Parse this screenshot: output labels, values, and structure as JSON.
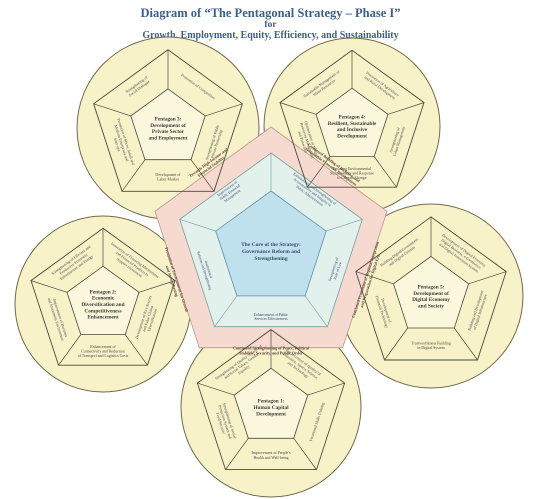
{
  "title": {
    "line1": "Diagram of “The Pentagonal Strategy – Phase I”",
    "line2": "for",
    "line3": "Growth, Employment, Equity, Efficiency, and Sustainability"
  },
  "core": {
    "title": [
      "The Core of the Strategy:",
      "Governance Reform and",
      "Strengthening"
    ]
  },
  "pentagons": [
    {
      "key": "p1",
      "title": [
        "Pentagon 1:",
        "Human Capital",
        "Development"
      ],
      "sides": [
        [
          "Enhancement of Quality of",
          "Education, Sports, Science,",
          "and Technology"
        ],
        [
          "Vocational Skills Training"
        ],
        [
          "Improvement of People's",
          "Health and Well-being"
        ],
        [
          "Strengthening of Social",
          "Protection System and",
          "Food Security"
        ],
        [
          "Strengthening of Quality of Cultural",
          "and Social Values, Gender",
          "Equality"
        ]
      ]
    },
    {
      "key": "p2",
      "title": [
        "Pentagon 2:",
        "Economic",
        "Diversification and",
        "Competitiveness",
        "Enhancement"
      ],
      "sides": [
        [
          "Innovation of Financing Mechanisms",
          "and Financial Products to",
          "Support Investment"
        ],
        [
          "Development of Key Sectors",
          "and Value Chains",
          "Diversification"
        ],
        [
          "Enhancement of",
          "Connectivity and Reduction",
          "of Transport and Logistics Costs"
        ],
        [
          "Improvement of Business",
          "and Investment Environment"
        ],
        [
          "Strengthening of Efficient and",
          "Productive Economic",
          "Infrastructure and Energy"
        ]
      ]
    },
    {
      "key": "p3",
      "title": [
        "Pentagon 3:",
        "Development of",
        "Private Sector",
        "and Employment"
      ],
      "sides": [
        [
          "Promotion of Competition"
        ],
        [
          "Strengthening of Public",
          "Private Partnership"
        ],
        [
          "Development of",
          "Labor Market"
        ],
        [
          "Promotion of Micro, Small and",
          "Medium Enterprises and",
          "Start-ups"
        ],
        [
          "Strengthening of",
          "Social Dialogue"
        ]
      ]
    },
    {
      "key": "p4",
      "title": [
        "Pentagon 4:",
        "Resilient, Sustainable",
        "and Inclusive",
        "Development"
      ],
      "sides": [
        [
          "Promotion of Agriculture",
          "and Rural Development"
        ],
        [
          "Strengthening of",
          "Urban Management"
        ],
        [
          "Ensuring Environmental",
          "Sustainability and Response",
          "to Climate Change"
        ],
        [
          "Optimization of Natural",
          "Resources Management",
          "and Protection"
        ],
        [
          "Sustainable Management of",
          "Water Resources"
        ]
      ]
    },
    {
      "key": "p5",
      "title": [
        "Pentagon 5:",
        "Development of",
        "Digital Economy",
        "and Society"
      ],
      "sides": [
        [
          "Development of Digital Economy,",
          "Digital Business, e-Commerce,",
          "and Digital Innovation System"
        ],
        [
          "Building and Development",
          "of Digital Infrastructure"
        ],
        [
          "Trustworthiness Building",
          "in Digital System"
        ],
        [
          "Development of",
          "Financial Technology"
        ],
        [
          "Building Digital Government",
          "and Digital Citizens"
        ]
      ]
    }
  ],
  "core_inner": {
    "top": [
      "Enhancement and Strengthening of",
      "Accountability and Integrity in",
      "Public Administration"
    ],
    "right": [
      "Enhancement of Public",
      "Services Effectiveness"
    ],
    "bottom": [
      "Institutional",
      "Reforms and Strengthening"
    ],
    "left": [
      "Improvement of",
      "Public Financial",
      "Management"
    ],
    "topright": [
      "Strengthening of",
      "Rule of Law"
    ]
  },
  "ring": {
    "bottom": [
      "Continued Strengthening of Peace, Political",
      "Stability, Security, and Public Order"
    ],
    "left": [
      "Promotion of Environment for Growth",
      "and Strengthening"
    ],
    "topleft": [
      "Towards High-Income and",
      "Financial Stability"
    ],
    "topright": [
      "Continued Building of Inclusive and",
      "Sustainable Economic Development"
    ],
    "right": [
      "Continued Promotion of Regional Integration",
      "and Preparation for Digital Era"
    ]
  }
}
